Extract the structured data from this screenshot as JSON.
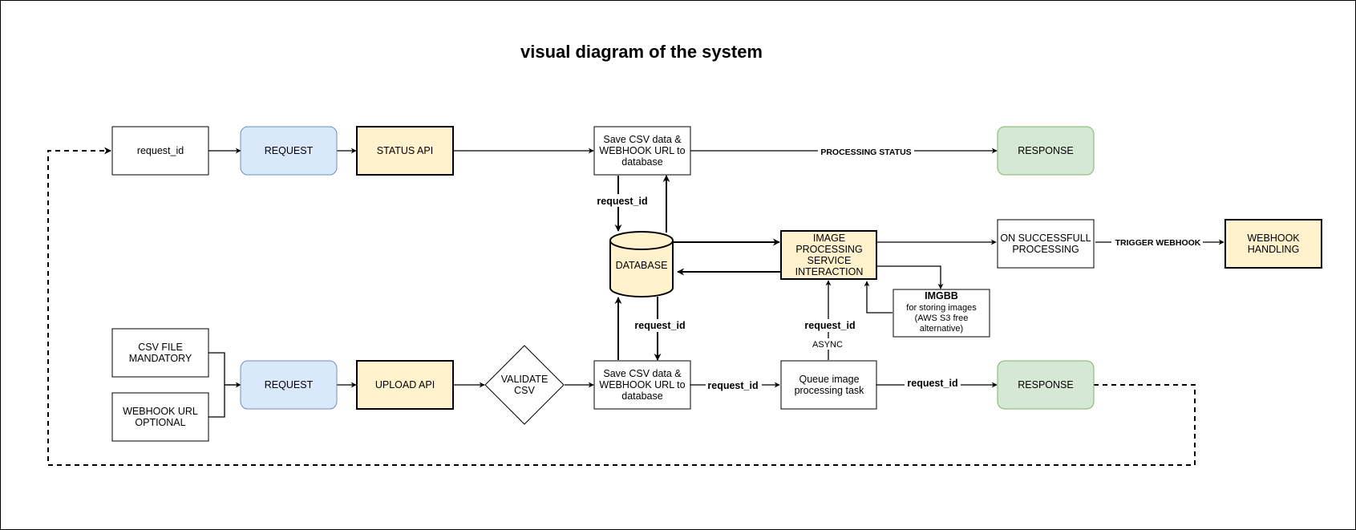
{
  "title": "visual diagram of the system",
  "nodes": {
    "status_request_id": [
      "request_id"
    ],
    "status_request": [
      "REQUEST"
    ],
    "status_api": [
      "STATUS API"
    ],
    "save_top": [
      "Save CSV data &",
      "WEBHOOK URL to",
      "database"
    ],
    "response_top": [
      "RESPONSE"
    ],
    "database": [
      "DATABASE"
    ],
    "image_processing": [
      "IMAGE",
      "PROCESSING",
      "SERVICE",
      "INTERACTION"
    ],
    "on_success": [
      "ON SUCCESSFULL",
      "PROCESSING"
    ],
    "webhook_handling": [
      "WEBHOOK",
      "HANDLING"
    ],
    "imgbb_title": [
      "IMGBB"
    ],
    "imgbb_body": [
      "for storing images",
      "(AWS S3 free",
      "alternative)"
    ],
    "csv_file": [
      "CSV FILE",
      "MANDATORY"
    ],
    "webhook_url": [
      "WEBHOOK URL",
      "OPTIONAL"
    ],
    "upload_request": [
      "REQUEST"
    ],
    "upload_api": [
      "UPLOAD API"
    ],
    "validate": [
      "VALIDATE",
      "CSV"
    ],
    "save_bottom": [
      "Save CSV data &",
      "WEBHOOK URL to",
      "database"
    ],
    "queue": [
      "Queue image",
      "processing task"
    ],
    "response_bottom": [
      "RESPONSE"
    ]
  },
  "edge_labels": {
    "processing_status": "PROCESSING STATUS",
    "request_id_top": "request_id",
    "request_id_mid": "request_id",
    "request_id_async": "request_id",
    "async": "ASYNC",
    "request_id_save_queue": "request_id",
    "request_id_queue_response": "request_id",
    "trigger_webhook": "TRIGGER WEBHOOK"
  },
  "colors": {
    "request_fill": "#dae8fc",
    "request_stroke": "#6c8ebf",
    "api_fill": "#fff2cc",
    "response_fill": "#d5e8d4",
    "response_stroke": "#82b366"
  }
}
